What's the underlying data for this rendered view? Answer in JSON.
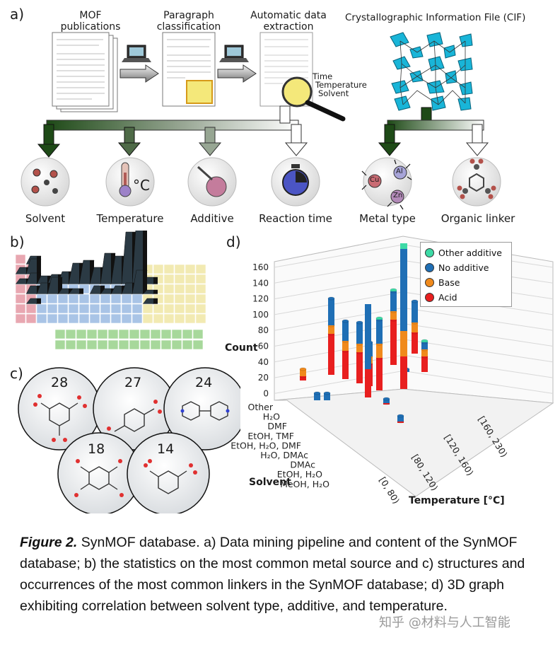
{
  "panel_labels": {
    "a": "a)",
    "b": "b)",
    "c": "c)",
    "d": "d)"
  },
  "panel_a": {
    "step1": "MOF\npublications",
    "step2": "Paragraph\nclassification",
    "step3": "Automatic data\nextraction",
    "cif": "Crystallographic Information File (CIF)",
    "magnifier_labels": [
      "Time",
      "Temperature",
      "Solvent"
    ],
    "outputs": [
      "Solvent",
      "Temperature",
      "Additive",
      "Reaction time",
      "Metal type",
      "Organic linker"
    ],
    "temp_unit": "°C",
    "metals": [
      "Cu",
      "Al",
      "Zn"
    ]
  },
  "panel_b": {
    "count_label": "Count",
    "colors": {
      "alkali": "#e8a7b1",
      "transition": "#a9c4e6",
      "post": "#f2eab2",
      "lanthanide": "#a7d89b"
    }
  },
  "panel_c": {
    "counts": [
      "28",
      "27",
      "24",
      "18",
      "14"
    ]
  },
  "panel_d": {
    "legend": [
      {
        "label": "Other additive",
        "color": "#3ddaa6"
      },
      {
        "label": "No additive",
        "color": "#1f6fb5"
      },
      {
        "label": "Base",
        "color": "#f08a1c"
      },
      {
        "label": "Acid",
        "color": "#e81f1f"
      }
    ],
    "z_ticks": [
      "160",
      "140",
      "120",
      "100",
      "80",
      "60",
      "40",
      "20",
      "0"
    ],
    "solvents": [
      "Other",
      "H₂O",
      "DMF",
      "EtOH, TMF",
      "EtOH, H₂O, DMF",
      "H₂O, DMAc",
      "DMAc",
      "EtOH, H₂O",
      "MeOH, H₂O"
    ],
    "temperatures": [
      "[0, 80)",
      "[80, 120)",
      "[120, 160)",
      "[160, 230)"
    ],
    "solvent_axis": "Solvent",
    "temperature_axis": "Temperature [°C]"
  },
  "caption": {
    "prefix": "Figure 2.",
    "text": " SynMOF database. a) Data mining pipeline and content of the SynMOF database; b) the statistics on the most common metal source and c) structures and occurrences of the most common linkers in the SynMOF database; d) 3D graph exhibiting correlation between solvent type, additive, and temperature."
  },
  "watermark": "知乎 @材料与人工智能"
}
